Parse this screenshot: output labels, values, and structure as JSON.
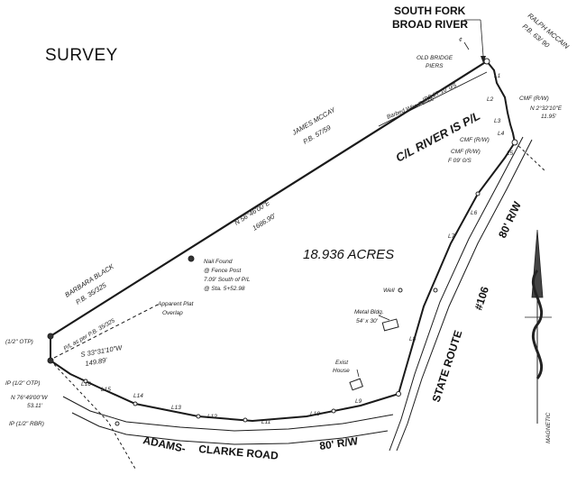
{
  "page_title": "SURVEY",
  "acreage": "18.936 ACRES",
  "river_name": "SOUTH FORK\nBROAD RIVER",
  "river_line1": "SOUTH FORK",
  "river_line2": "BROAD RIVER",
  "neighbors": {
    "ralph_mccain": "RALPH MCCAIN",
    "ralph_pb": "P.B. 63/ 90",
    "james_mccay": "JAMES MCCAY",
    "james_pb": "P.B. 57/59",
    "barbara_black": "BARBARA BLACK",
    "barbara_pb": "P.B. 35/325"
  },
  "bearings": {
    "north_line": "N 56°46'00\"E",
    "north_dist": "1686.90'",
    "west_line": "S 33°31'10\"W",
    "west_dist": "149.89'",
    "corner_bearing": "N 2°32'10\"E",
    "corner_dist": "11.95'",
    "sw_bearing": "N 76°49'00\"W",
    "sw_dist": "53.11'",
    "river_call": "IPS  27.10' 0/5"
  },
  "labels": {
    "river_pl": "C/L RIVER IS P/L",
    "old_bridge": "OLD BRIDGE",
    "piers": "PIERS",
    "barbed_wire": "Barbed Wire Fence",
    "cmf_rw_1": "CMF (R/W)",
    "cmf_rw_2": "CMF (R/W)",
    "cmf_rw_3": "CMF (R/W)",
    "cmf_offset": "F 09' 0/S",
    "nail_found": "Nail Found",
    "fence_post": "@ Fence Post",
    "nail_south": "7.09' South of P/L",
    "nail_sta": "@ Sta. 5+52.98",
    "apparent_plat": "Apparent Plat",
    "overlap": "Overlap",
    "pl_as_per": "P/L as per P.B. 35/325",
    "well": "Well",
    "metal_bldg": "Metal Bldg.",
    "metal_size": "54' x 30'",
    "exist_house_1": "Exist",
    "exist_house_2": "House",
    "ip_top": "(1/2\" OTP)",
    "ip_mid": "IP (1/2\" OTP)",
    "ip_bot": "IP (1/2\" RBR)",
    "state_route": "STATE ROUTE",
    "route_number": "#106",
    "row_80_east": "80' R/W",
    "row_80_south": "80' R/W",
    "adams": "ADAMS-",
    "clarke_road": "CLARKE ROAD",
    "magnetic": "MAGNETIC"
  },
  "line_numbers": [
    "L1",
    "L2",
    "L3",
    "L4",
    "L5",
    "L6",
    "L7",
    "L8",
    "L9",
    "L10",
    "L11",
    "L12",
    "L13",
    "L14",
    "L15",
    "L16"
  ]
}
